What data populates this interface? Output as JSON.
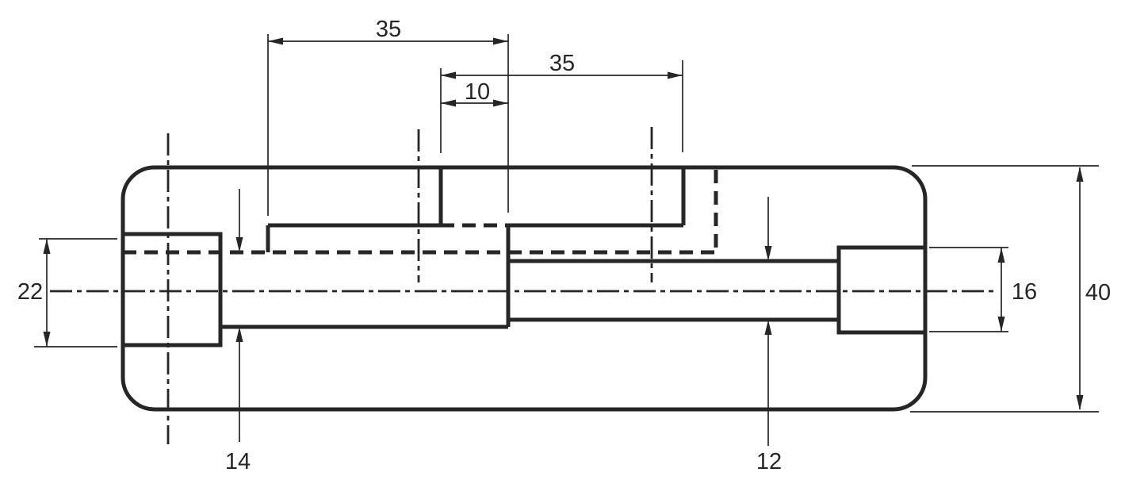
{
  "drawing": {
    "description": "Engineering section view of a housing with stepped bores and dimension callouts",
    "background_color": "#ffffff",
    "line_color": "#262626",
    "dimensions": {
      "top_width_left": "35",
      "top_width_right": "35",
      "top_offset": "10",
      "left_bore_height": "22",
      "right_bore_height": "16",
      "overall_height": "40",
      "left_shaft_height": "14",
      "right_shaft_height": "12"
    }
  }
}
